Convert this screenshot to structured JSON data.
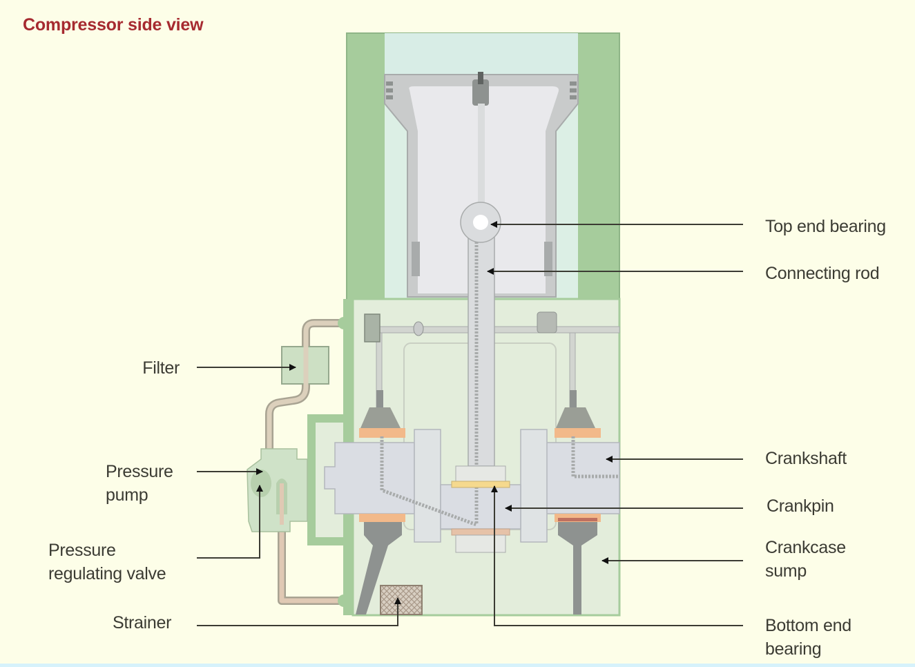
{
  "title": "Compressor side view",
  "colors": {
    "background": "#fdfee8",
    "title": "#a62a30",
    "casing_green": "#a6cc9c",
    "crankcase_fill": "#e3eddb",
    "metal_grey": "#d6d9dc",
    "dark_grey": "#8e9290",
    "bearing_orange": "#f2b98a",
    "pipe": "#dcd0bc",
    "leader_line": "#3b3b33"
  },
  "labels": {
    "filter": "Filter",
    "pressure_pump": [
      "Pressure",
      "pump"
    ],
    "pressure_regulating_valve": [
      "Pressure",
      "regulating valve"
    ],
    "strainer": "Strainer",
    "top_end_bearing": "Top end bearing",
    "connecting_rod": "Connecting rod",
    "crankshaft": "Crankshaft",
    "crankpin": "Crankpin",
    "crankcase_sump": [
      "Crankcase",
      "sump"
    ],
    "bottom_end_bearing": [
      "Bottom end",
      "bearing"
    ]
  }
}
